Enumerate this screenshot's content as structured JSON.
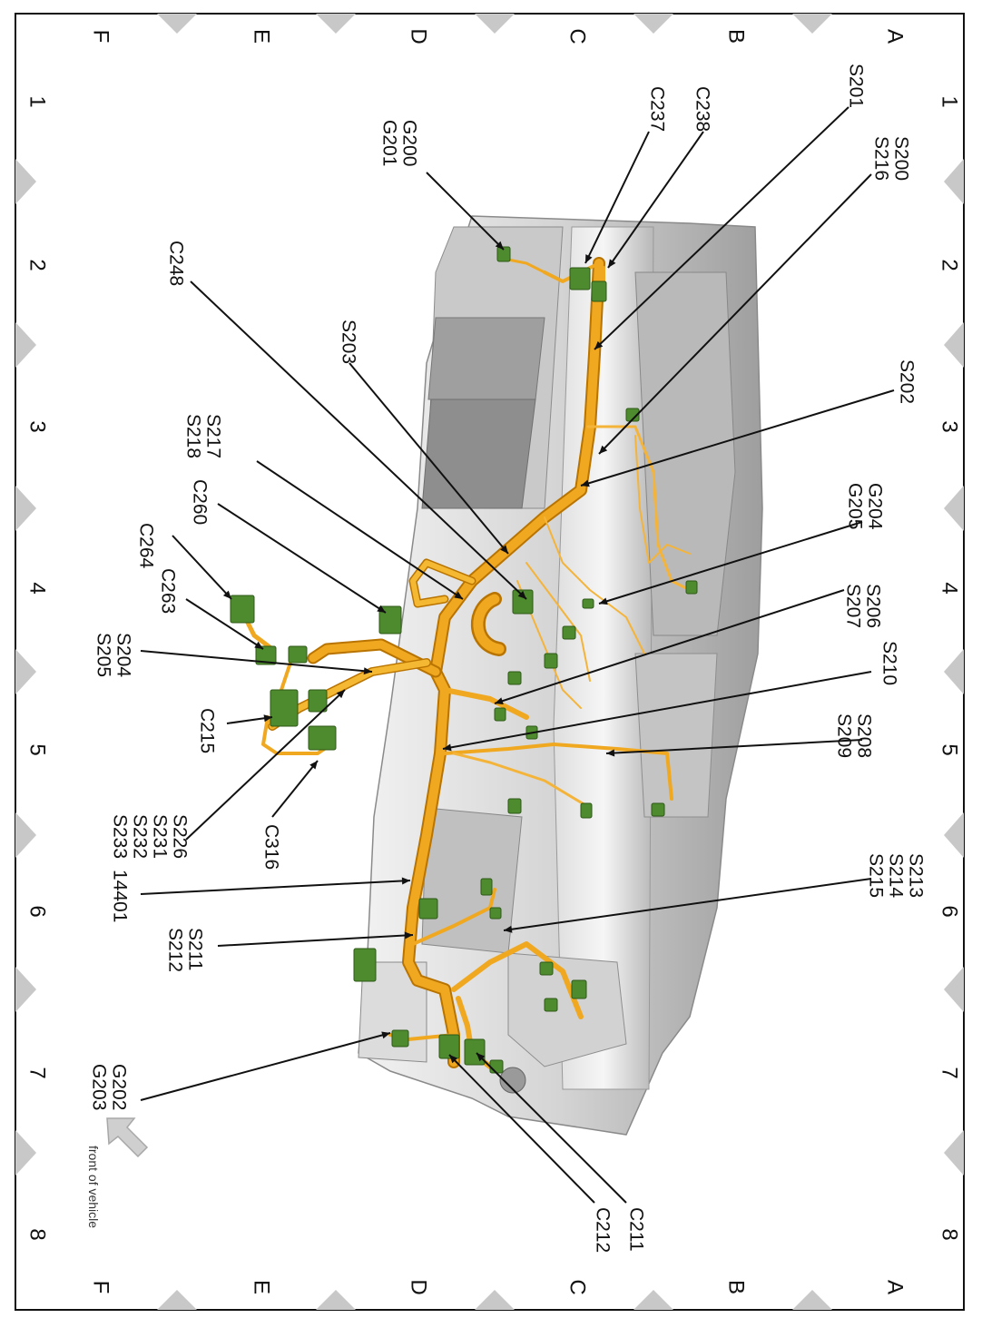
{
  "grid": {
    "rows_top": [
      "A",
      "B",
      "C",
      "D",
      "E",
      "F"
    ],
    "rows_bottom": [
      "A",
      "B",
      "C",
      "D",
      "E",
      "F"
    ],
    "cols": [
      "1",
      "2",
      "3",
      "4",
      "5",
      "6",
      "7",
      "8"
    ]
  },
  "labels": [
    {
      "id": "s201",
      "lines": [
        "S201"
      ]
    },
    {
      "id": "c238",
      "lines": [
        "C238"
      ]
    },
    {
      "id": "c237",
      "lines": [
        "C237"
      ]
    },
    {
      "id": "s200",
      "lines": [
        "S200",
        "S216"
      ]
    },
    {
      "id": "g200",
      "lines": [
        "G200",
        "G201"
      ]
    },
    {
      "id": "c248",
      "lines": [
        "C248"
      ]
    },
    {
      "id": "s203",
      "lines": [
        "S203"
      ]
    },
    {
      "id": "s202",
      "lines": [
        "S202"
      ]
    },
    {
      "id": "s217",
      "lines": [
        "S217",
        "S218"
      ]
    },
    {
      "id": "g204",
      "lines": [
        "G204",
        "G205"
      ]
    },
    {
      "id": "c260",
      "lines": [
        "C260"
      ]
    },
    {
      "id": "c264",
      "lines": [
        "C264"
      ]
    },
    {
      "id": "c263",
      "lines": [
        "C263"
      ]
    },
    {
      "id": "s206",
      "lines": [
        "S206",
        "S207"
      ]
    },
    {
      "id": "s204",
      "lines": [
        "S204",
        "S205"
      ]
    },
    {
      "id": "s210",
      "lines": [
        "S210"
      ]
    },
    {
      "id": "c215",
      "lines": [
        "C215"
      ]
    },
    {
      "id": "s208",
      "lines": [
        "S208",
        "S209"
      ]
    },
    {
      "id": "c316",
      "lines": [
        "C316"
      ]
    },
    {
      "id": "s226",
      "lines": [
        "S226",
        "S231",
        "S232",
        "S233"
      ]
    },
    {
      "id": "h14401",
      "lines": [
        "14401"
      ]
    },
    {
      "id": "s213",
      "lines": [
        "S213",
        "S214",
        "S215"
      ]
    },
    {
      "id": "s211",
      "lines": [
        "S211",
        "S212"
      ]
    },
    {
      "id": "g202",
      "lines": [
        "G202",
        "G203"
      ]
    },
    {
      "id": "c211",
      "lines": [
        "C211"
      ]
    },
    {
      "id": "c212",
      "lines": [
        "C212"
      ]
    }
  ],
  "front_note": "front of vehicle",
  "colors": {
    "harness": "#f0a820",
    "harness_dark": "#b97400",
    "connector": "#4e8a2e",
    "body_gray": "#d6d6d6",
    "grid_marker": "#c8c8c8"
  }
}
